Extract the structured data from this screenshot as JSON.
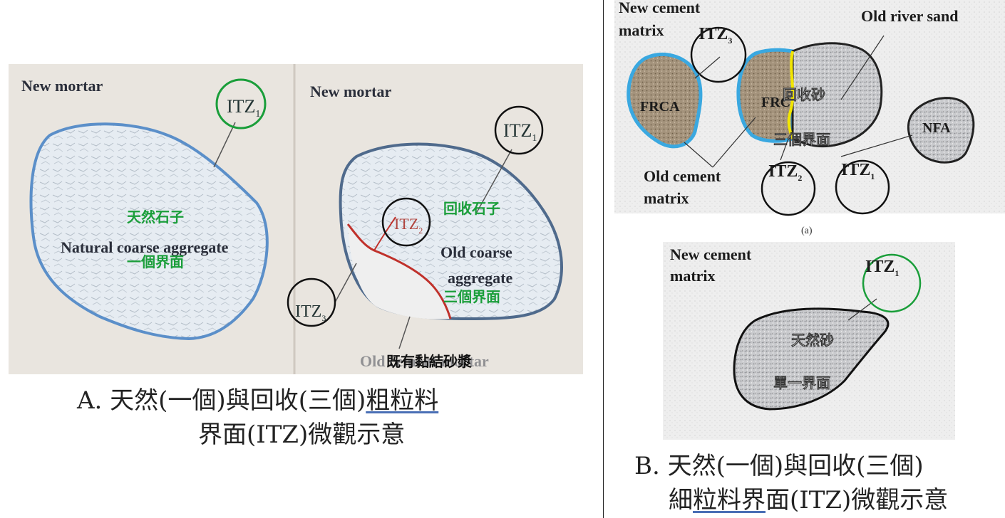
{
  "panel_a": {
    "left": {
      "matrix_label": "New mortar",
      "itz": "ITZ",
      "itz_sub": "1",
      "zh_stone": "天然石子",
      "aggregate_label": "Natural coarse aggregate",
      "zh_interface": "一個界面"
    },
    "right": {
      "matrix_label": "New mortar",
      "itz1": "ITZ",
      "itz1_sub": "1",
      "itz2": "ITZ",
      "itz2_sub": "2",
      "itz3": "ITZ",
      "itz3_sub": "3",
      "zh_recycled": "回收石子",
      "aggregate_line1": "Old coarse",
      "aggregate_line2": "aggregate",
      "zh_interfaces": "三個界面",
      "old_mortar_en": "Old cement mortar",
      "old_mortar_zh": "既有黏結砂漿"
    },
    "caption": {
      "prefix": "A. ",
      "line1_a": "天然(一個)與回收(三個)",
      "line1_b": "粗粒料",
      "line2": "界面(ITZ)微觀示意"
    }
  },
  "panel_b_top": {
    "new_matrix_1": "New cement",
    "new_matrix_2": "matrix",
    "old_sand": "Old river sand",
    "frca": "FRCA",
    "frc": "FRC",
    "nfa": "NFA",
    "zh_sand": "回收砂",
    "zh_interfaces": "三個界面",
    "itz3": "ITZ",
    "itz3_sub": "3",
    "itz2": "ITZ",
    "itz2_sub": "2",
    "itz1": "ITZ",
    "itz1_sub": "1",
    "old_matrix_1": "Old cement",
    "old_matrix_2": "matrix",
    "fig_label": "(a)"
  },
  "panel_b_bottom": {
    "new_matrix_1": "New cement",
    "new_matrix_2": "matrix",
    "itz": "ITZ",
    "itz_sub": "1",
    "zh_sand": "天然砂",
    "zh_interface": "單一界面"
  },
  "caption_b": {
    "prefix": "B. ",
    "line1": "天然(一個)與回收(三個)",
    "line2_a": "細",
    "line2_b": "粒料界",
    "line2_c": "面(ITZ)微觀示意"
  },
  "colors": {
    "green": "#1a9e3a",
    "blue_outline": "#5b8fc9",
    "red_line": "#c0312b",
    "cyan_outline": "#3aa8e0",
    "yellow_line": "#f2e600"
  }
}
